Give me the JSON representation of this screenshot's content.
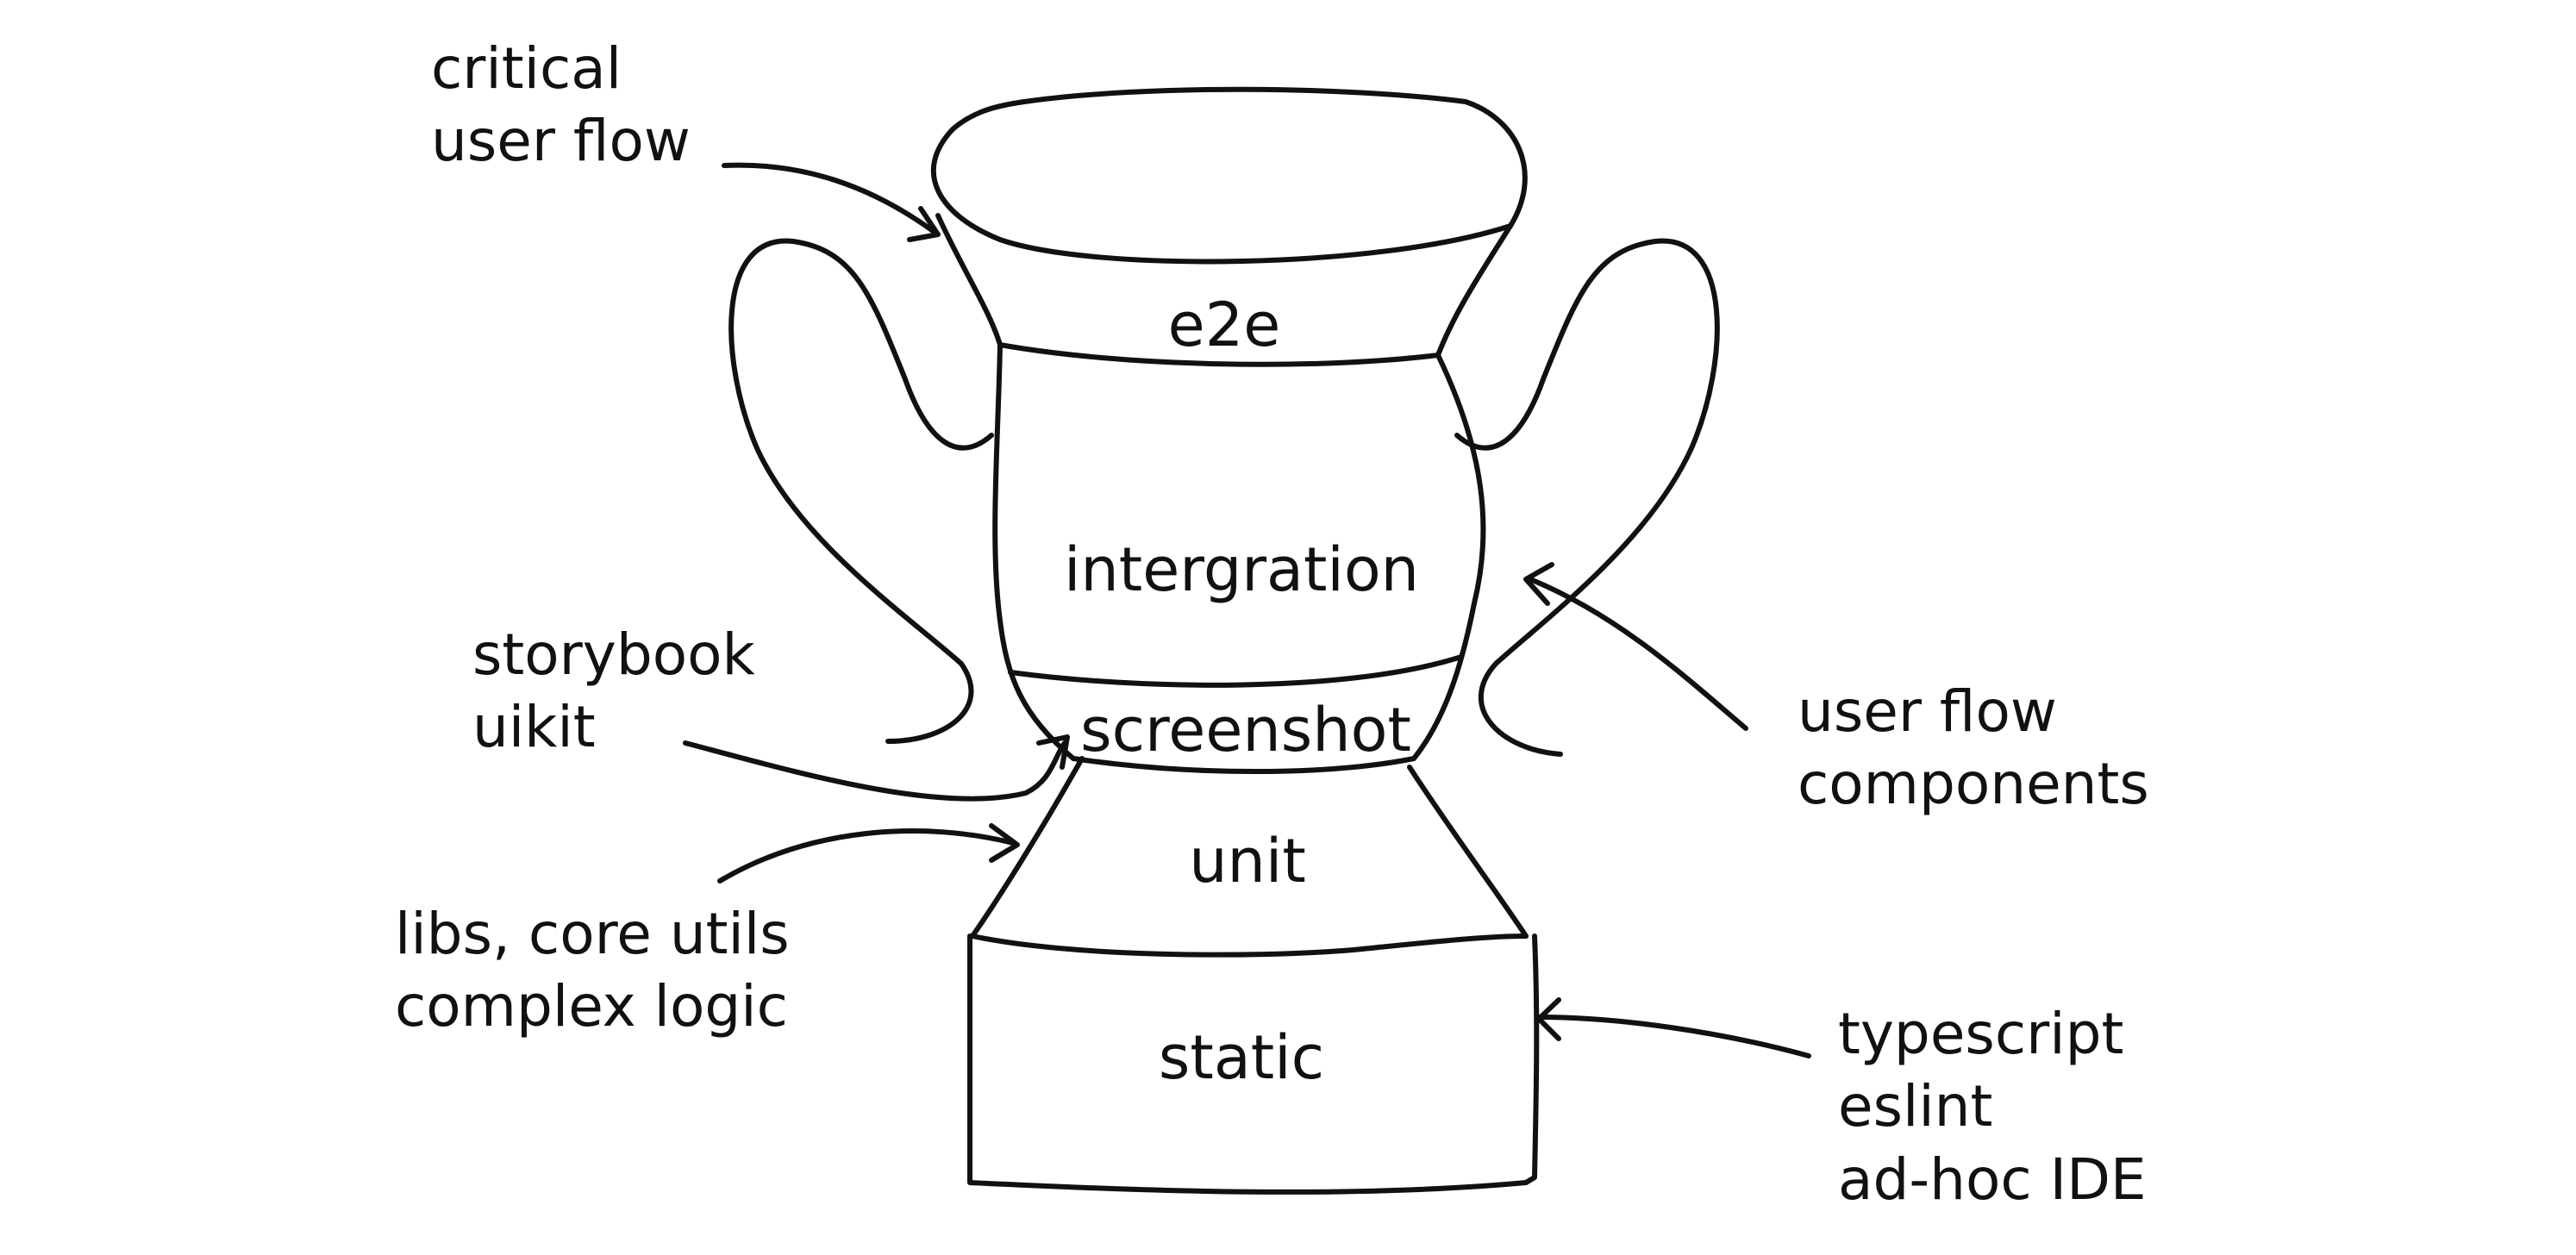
{
  "layers": {
    "e2e": "e2e",
    "integration": "intergration",
    "screenshot": "screenshot",
    "unit": "unit",
    "static": "static"
  },
  "annotations": {
    "critical": [
      "critical",
      "user flow"
    ],
    "storybook": [
      "storybook",
      "uikit"
    ],
    "user_flow": [
      "user flow",
      "components"
    ],
    "libs": [
      "libs, core utils",
      "complex logic"
    ],
    "typescript": [
      "typescript",
      "eslint",
      "ad-hoc IDE"
    ]
  }
}
